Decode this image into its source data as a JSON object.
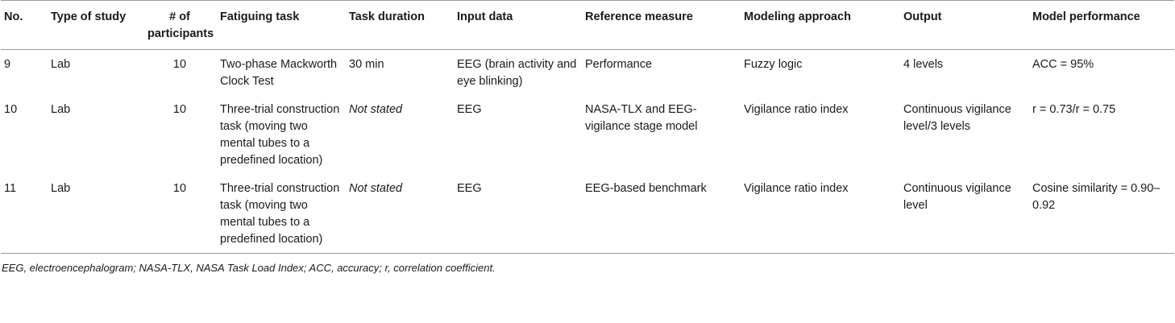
{
  "headers": [
    "No.",
    "Type of study",
    "# of participants",
    "Fatiguing task",
    "Task duration",
    "Input data",
    "Reference measure",
    "Modeling approach",
    "Output",
    "Model performance"
  ],
  "rows": [
    {
      "no": "9",
      "type": "Lab",
      "participants": "10",
      "task": "Two-phase Mackworth Clock Test",
      "duration": "30 min",
      "input": "EEG (brain activity and eye blinking)",
      "reference": "Performance",
      "modeling": "Fuzzy logic",
      "output": "4 levels",
      "performance": "ACC = 95%"
    },
    {
      "no": "10",
      "type": "Lab",
      "participants": "10",
      "task": "Three-trial construction task (moving two mental tubes to a predefined location)",
      "duration": "Not stated",
      "input": "EEG",
      "reference": "NASA-TLX and EEG-vigilance stage model",
      "modeling": "Vigilance ratio index",
      "output": "Continuous vigilance level/3 levels",
      "performance": "r = 0.73/r = 0.75"
    },
    {
      "no": "11",
      "type": "Lab",
      "participants": "10",
      "task": "Three-trial construction task (moving two mental tubes to a predefined location)",
      "duration": "Not stated",
      "input": "EEG",
      "reference": "EEG-based benchmark",
      "modeling": "Vigilance ratio index",
      "output": "Continuous vigilance level",
      "performance": "Cosine similarity = 0.90–0.92"
    }
  ],
  "footnote": "EEG, electroencephalogram; NASA-TLX, NASA Task Load Index; ACC, accuracy; r, correlation coefficient."
}
